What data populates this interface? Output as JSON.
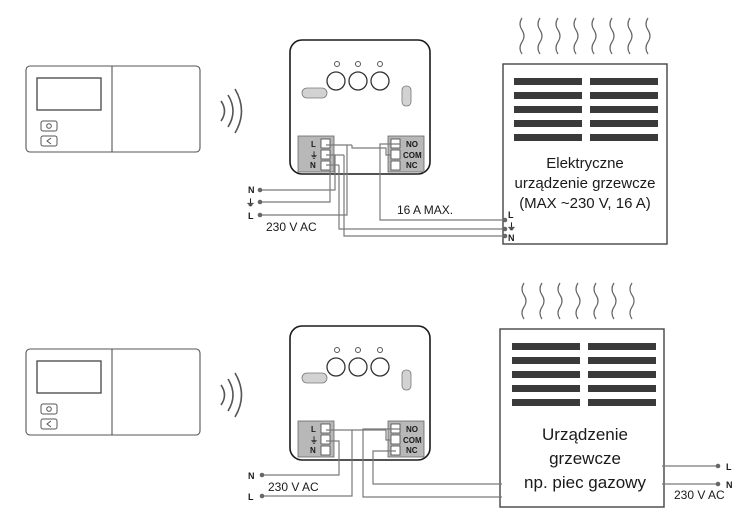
{
  "top": {
    "terminals_left": [
      "L",
      "⏚",
      "N"
    ],
    "terminals_right": [
      "NO",
      "COM",
      "NC"
    ],
    "mains_left": [
      "N",
      "⏚",
      "L"
    ],
    "supply_label": "230 V AC",
    "max_label": "16 A MAX.",
    "heater_text": [
      "Elektryczne",
      "urządzenie grzewcze",
      "(MAX ~230 V, 16 A)"
    ],
    "heater_terminals": [
      "L",
      "⏚",
      "N"
    ]
  },
  "bottom": {
    "terminals_left": [
      "L",
      "⏚",
      "N"
    ],
    "terminals_right": [
      "NO",
      "COM",
      "NC"
    ],
    "mains_left": [
      "N",
      "L"
    ],
    "supply_label_left": "230 V AC",
    "heater_text": [
      "Urządzenie",
      "grzewcze",
      "np. piec gazowy"
    ],
    "mains_right": [
      "L",
      "N"
    ],
    "supply_label_right": "230 V AC"
  },
  "colors": {
    "line": "#1a1a1a",
    "wire": "#7a7a7a",
    "vent": "#3a3a3a",
    "terminal_block": "#b8b8b8"
  },
  "icons": [
    "thermostat-icon",
    "wireless-signal-icon",
    "heat-waves-icon",
    "vent-grille-icon"
  ]
}
